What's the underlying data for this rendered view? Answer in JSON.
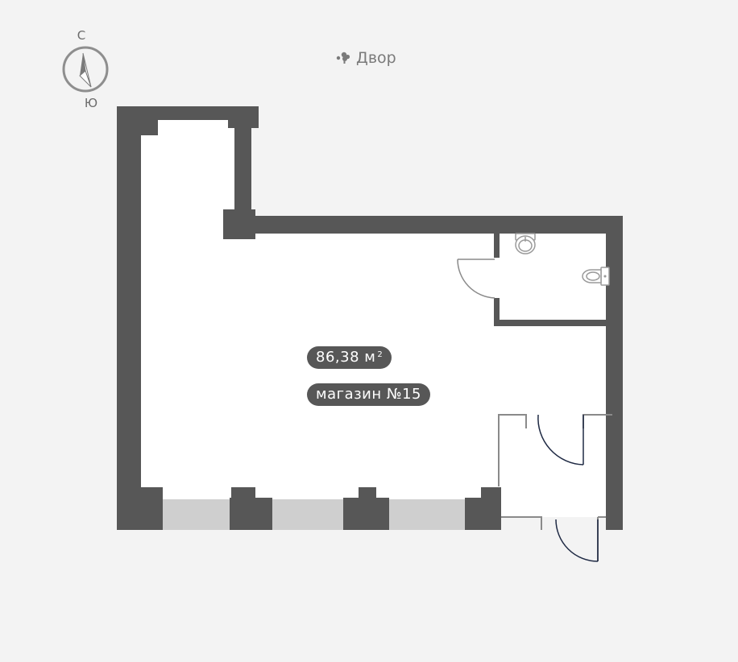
{
  "compass": {
    "north_label": "С",
    "south_label": "Ю"
  },
  "orientation": {
    "yard_label": "Двор",
    "icon": "tree-icon"
  },
  "unit": {
    "area_value": "86,38 м",
    "area_superscript": "2",
    "name": "магазин №15"
  },
  "colors": {
    "background": "#f3f3f3",
    "wall": "#575757",
    "floor": "#ffffff",
    "window": "#cfcfcf",
    "door_swing": "#1f2a44",
    "fixture": "#9a9a9a"
  }
}
